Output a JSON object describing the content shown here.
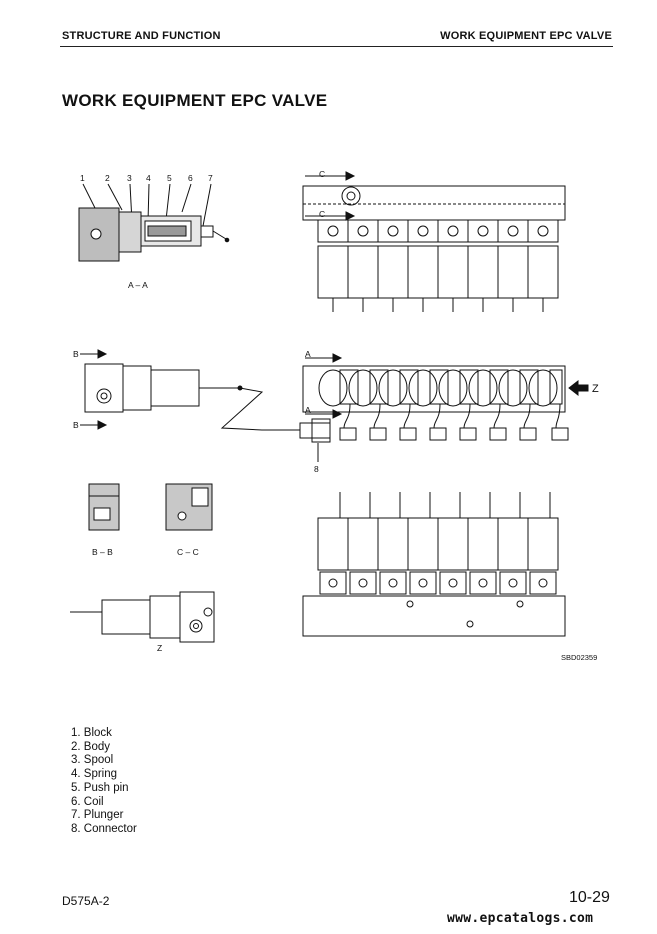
{
  "header": {
    "left": "STRUCTURE AND FUNCTION",
    "right": "WORK EQUIPMENT EPC VALVE"
  },
  "title": "WORK EQUIPMENT EPC VALVE",
  "drawing": {
    "callouts": [
      "1",
      "2",
      "3",
      "4",
      "5",
      "6",
      "7"
    ],
    "callout_8": "8",
    "view_aa": "A – A",
    "view_bb": "B – B",
    "view_cc": "C – C",
    "view_z": "Z",
    "arrow_c": "C",
    "arrow_b": "B",
    "arrow_a": "A",
    "arrow_z": "Z",
    "figure_code": "SBD02359"
  },
  "parts": [
    "1. Block",
    "2. Body",
    "3. Spool",
    "4. Spring",
    "5. Push pin",
    "6. Coil",
    "7. Plunger",
    "8. Connector"
  ],
  "footer": {
    "model": "D575A-2",
    "page": "10-29",
    "site": "www.epcatalogs.com"
  }
}
